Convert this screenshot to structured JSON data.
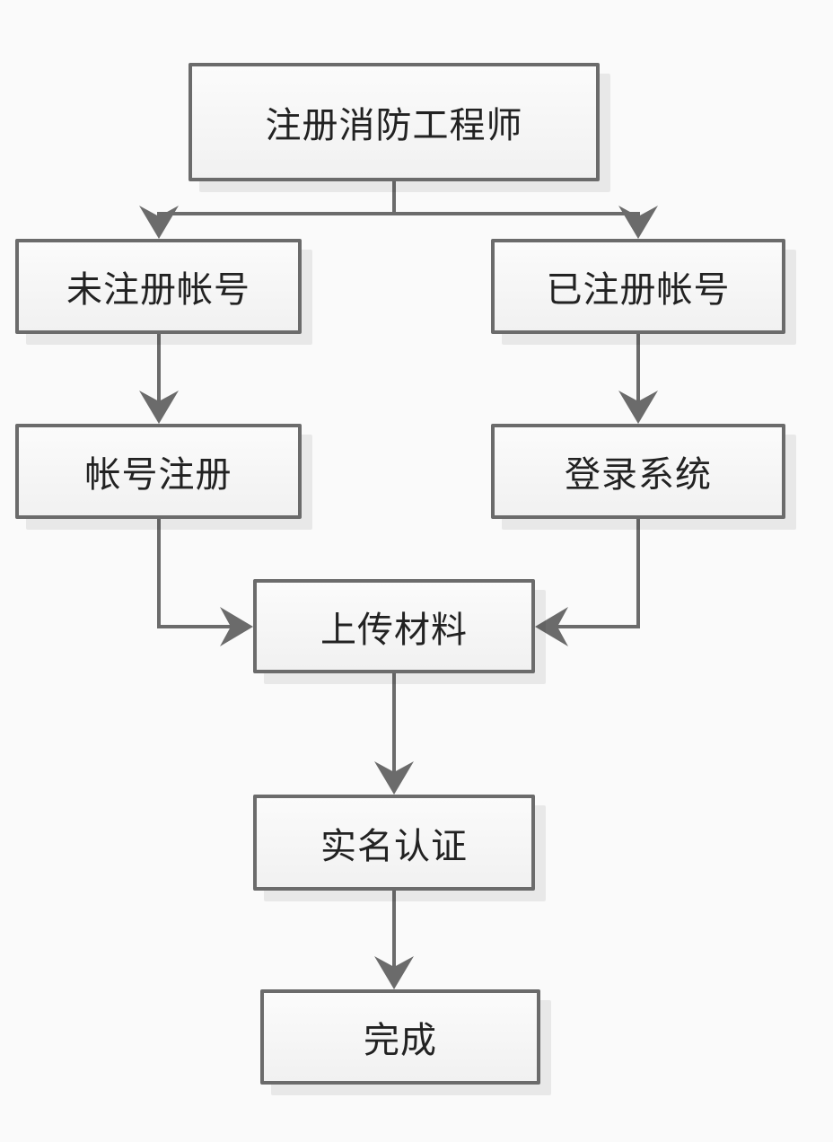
{
  "diagram": {
    "nodes": {
      "root": "注册消防工程师",
      "unregistered": "未注册帐号",
      "registered": "已注册帐号",
      "signup": "帐号注册",
      "login": "登录系统",
      "upload": "上传材料",
      "verify": "实名认证",
      "done": "完成"
    },
    "edges": [
      {
        "from": "root",
        "to": "unregistered"
      },
      {
        "from": "root",
        "to": "registered"
      },
      {
        "from": "unregistered",
        "to": "signup"
      },
      {
        "from": "registered",
        "to": "login"
      },
      {
        "from": "signup",
        "to": "upload"
      },
      {
        "from": "login",
        "to": "upload"
      },
      {
        "from": "upload",
        "to": "verify"
      },
      {
        "from": "verify",
        "to": "done"
      }
    ],
    "colors": {
      "line": "#6b6b6b",
      "box_border": "#6b6b6b",
      "box_fill": "#f4f4f4",
      "background": "#fafafa"
    }
  }
}
